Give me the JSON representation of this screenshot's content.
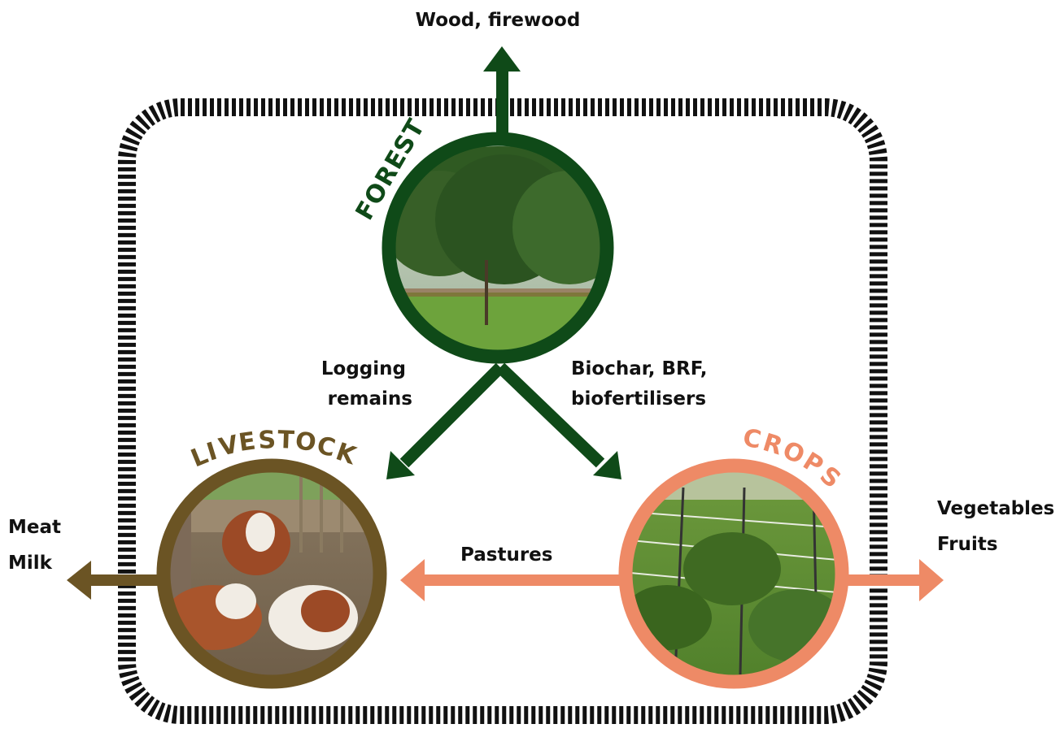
{
  "diagram": {
    "nodes": {
      "forest": {
        "label": "FOREST",
        "color": "#0f4a18",
        "photo": "forest"
      },
      "livestock": {
        "label": "LIVESTOCK",
        "color": "#6b5424",
        "photo": "cows"
      },
      "crops": {
        "label": "CROPS",
        "color": "#ee8a66",
        "photo": "crop field"
      }
    },
    "flows": {
      "forest_out": "Wood, firewood",
      "forest_to_livestock": [
        "Logging",
        "remains"
      ],
      "forest_to_crops": [
        "Biochar, BRF,",
        "biofertilisers"
      ],
      "crops_to_livestock": "Pastures",
      "livestock_out": [
        "Meat",
        "Milk"
      ],
      "crops_out": [
        "Vegetables",
        "Fruits"
      ]
    },
    "colors": {
      "boundary": "#111111",
      "text": "#111111"
    }
  }
}
